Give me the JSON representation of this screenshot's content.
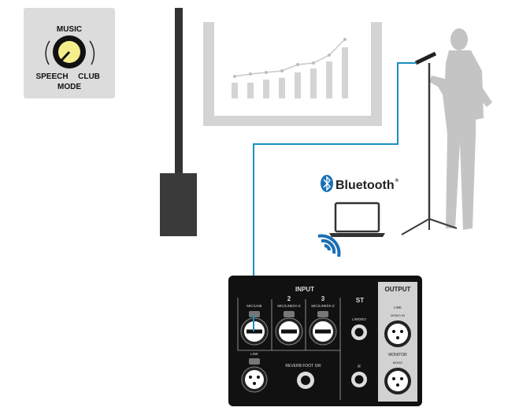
{
  "mode_panel": {
    "top_label": "MUSIC",
    "left_label": "SPEECH",
    "right_label": "CLUB",
    "bottom_label": "MODE"
  },
  "bluetooth": {
    "label": "Bluetooth",
    "mark": "®"
  },
  "rear_panel": {
    "input_title": "INPUT",
    "channels": [
      {
        "number": "",
        "label": "MIC/LINE"
      },
      {
        "number": "2",
        "label": "MIC/LINE/Hi-Z"
      },
      {
        "number": "3",
        "label": "MIC/LINE/Hi-Z"
      }
    ],
    "link_in_label": "LINK",
    "reverb_label": "REVERB FOOT SW",
    "st_title": "ST",
    "st_l_label": "L/MONO",
    "st_r_label": "R",
    "output_title": "OUTPUT",
    "link_out_label": "LINK",
    "link_out_sub": "MONO-IN",
    "monitor_label": "MONITOR",
    "monitor_sub": "MONO"
  },
  "colors": {
    "cable": "#1a8fc1",
    "knob": "#f5ee8a",
    "panel": "#111111",
    "silhouette": "#c4c4c4"
  }
}
